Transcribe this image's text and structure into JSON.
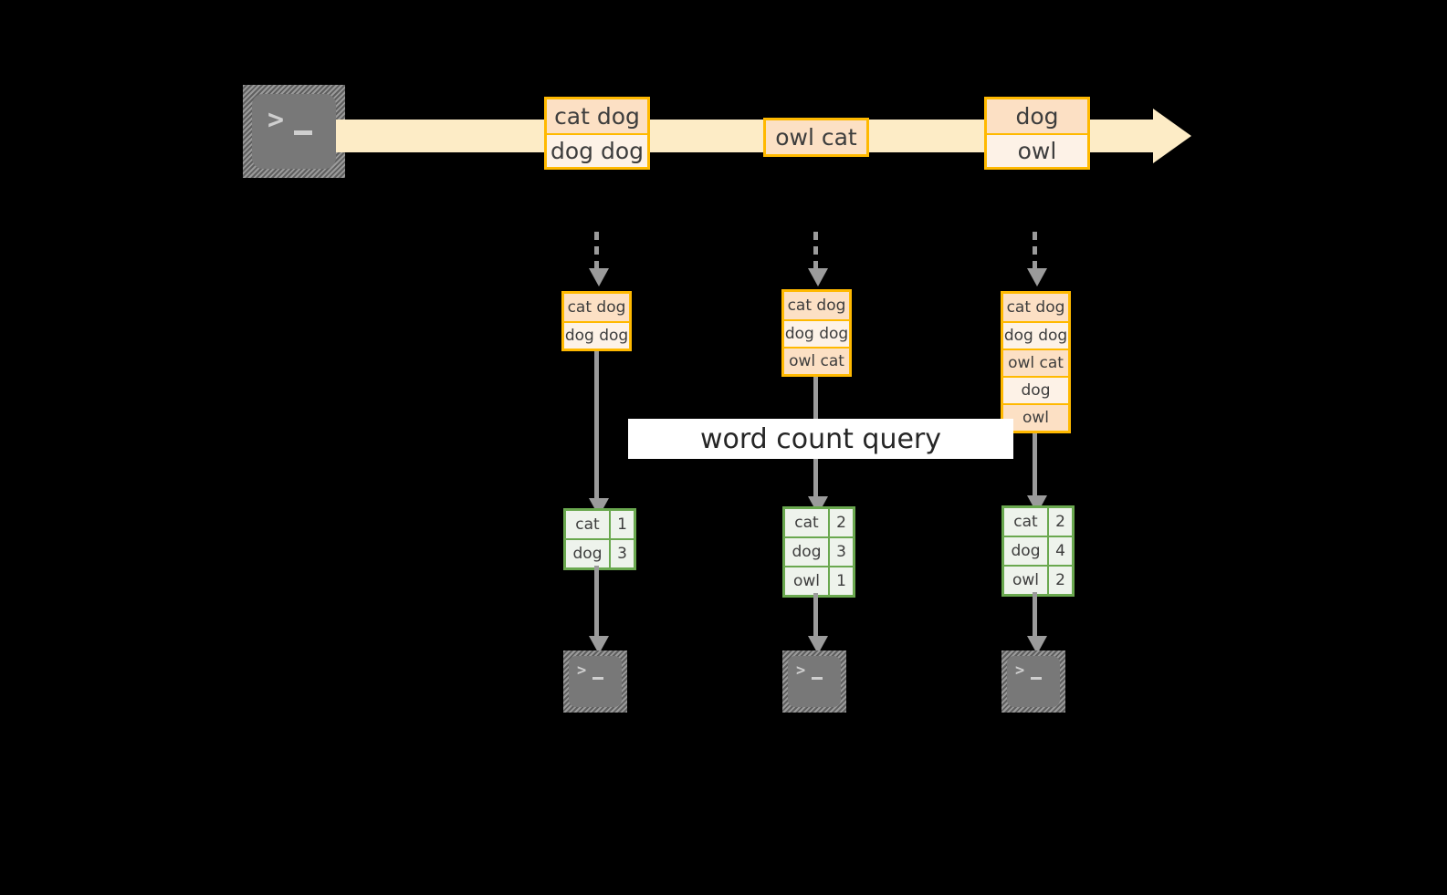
{
  "diagram": {
    "title": "word count query",
    "colors": {
      "background": "#000000",
      "stream_fill": "#fdecc6",
      "event_border": "#ffb900",
      "event_fill_a": "#fce0c4",
      "event_fill_b": "#fdf2e7",
      "result_border": "#6aa84f",
      "result_fill": "#eef3ec",
      "arrow_gray": "#9b9b9b",
      "label_bg": "#ffffff",
      "label_text": "#262626",
      "terminal_screen": "#787878"
    }
  },
  "source_terminal": {
    "icon": "terminal-icon",
    "prompt": ">",
    "cursor": "_"
  },
  "stream": {
    "icon": "right-arrow-icon",
    "events": [
      {
        "id": "event-group-1",
        "rows": [
          {
            "text": "cat dog",
            "shade": "a"
          },
          {
            "text": "dog dog",
            "shade": "b"
          }
        ]
      },
      {
        "id": "event-group-2",
        "rows": [
          {
            "text": "owl cat",
            "shade": "a"
          }
        ]
      },
      {
        "id": "event-group-3",
        "rows": [
          {
            "text": "dog",
            "shade": "a"
          },
          {
            "text": "owl",
            "shade": "b"
          }
        ]
      }
    ]
  },
  "snapshots": [
    {
      "id": "snapshot-1",
      "rows": [
        {
          "text": "cat dog",
          "shade": "a"
        },
        {
          "text": "dog dog",
          "shade": "b"
        }
      ]
    },
    {
      "id": "snapshot-2",
      "rows": [
        {
          "text": "cat dog",
          "shade": "a"
        },
        {
          "text": "dog dog",
          "shade": "b"
        },
        {
          "text": "owl cat",
          "shade": "a"
        }
      ]
    },
    {
      "id": "snapshot-3",
      "rows": [
        {
          "text": "cat dog",
          "shade": "a"
        },
        {
          "text": "dog dog",
          "shade": "b"
        },
        {
          "text": "owl cat",
          "shade": "a"
        },
        {
          "text": "dog",
          "shade": "b"
        },
        {
          "text": "owl",
          "shade": "a"
        }
      ]
    }
  ],
  "query": {
    "label": "word count query"
  },
  "results": [
    {
      "id": "result-1",
      "rows": [
        {
          "word": "cat",
          "count": "1"
        },
        {
          "word": "dog",
          "count": "3"
        }
      ]
    },
    {
      "id": "result-2",
      "rows": [
        {
          "word": "cat",
          "count": "2"
        },
        {
          "word": "dog",
          "count": "3"
        },
        {
          "word": "owl",
          "count": "1"
        }
      ]
    },
    {
      "id": "result-3",
      "rows": [
        {
          "word": "cat",
          "count": "2"
        },
        {
          "word": "dog",
          "count": "4"
        },
        {
          "word": "owl",
          "count": "2"
        }
      ]
    }
  ],
  "sink_terminals": [
    {
      "id": "sink-terminal-1",
      "prompt": ">",
      "cursor": "_"
    },
    {
      "id": "sink-terminal-2",
      "prompt": ">",
      "cursor": "_"
    },
    {
      "id": "sink-terminal-3",
      "prompt": ">",
      "cursor": "_"
    }
  ]
}
